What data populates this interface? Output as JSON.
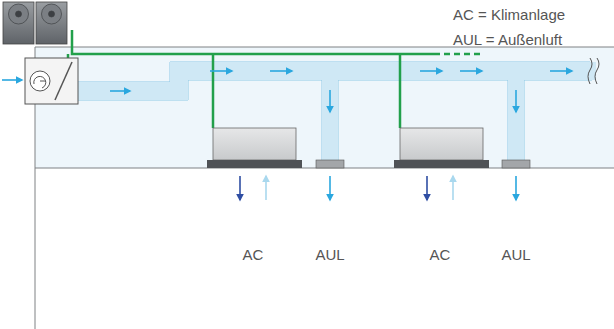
{
  "diagram": {
    "labels": [
      "AC = Klimanlage",
      "AUL = Außenluft",
      "AC",
      "AUL",
      "AC",
      "AUL"
    ]
  }
}
